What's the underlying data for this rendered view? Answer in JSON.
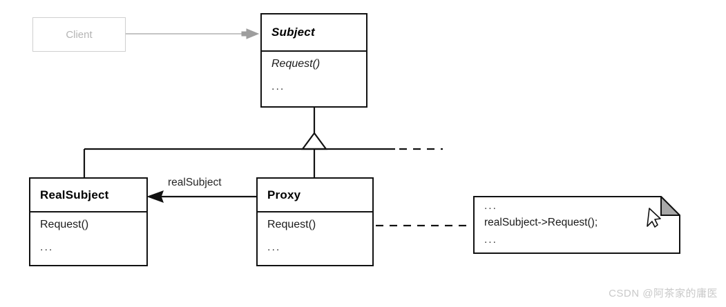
{
  "diagram": {
    "type": "uml-class-diagram",
    "pattern_name": "Proxy",
    "background_color": "#ffffff",
    "line_color": "#111111",
    "muted_color": "#b4b4b4"
  },
  "client": {
    "label": "Client",
    "stroke": "#cfcfcf",
    "text_color": "#b4b4b4"
  },
  "classes": {
    "subject": {
      "name": "Subject",
      "stereotype_abstract": true,
      "operations": [
        {
          "text": "Request()",
          "abstract": true
        },
        {
          "text": "...",
          "abstract": false
        }
      ]
    },
    "realsubject": {
      "name": "RealSubject",
      "stereotype_abstract": false,
      "operations": [
        {
          "text": "Request()",
          "abstract": false
        },
        {
          "text": "...",
          "abstract": false
        }
      ]
    },
    "proxy": {
      "name": "Proxy",
      "stereotype_abstract": false,
      "operations": [
        {
          "text": "Request()",
          "abstract": false
        },
        {
          "text": "...",
          "abstract": false
        }
      ]
    }
  },
  "associations": {
    "proxy_to_realsubject_role": "realSubject"
  },
  "note": {
    "lines": [
      "...",
      "realSubject->Request();",
      "..."
    ],
    "fold_color": "#a8a8a8"
  },
  "watermark": {
    "text": "CSDN @阿茶家的庸医"
  }
}
